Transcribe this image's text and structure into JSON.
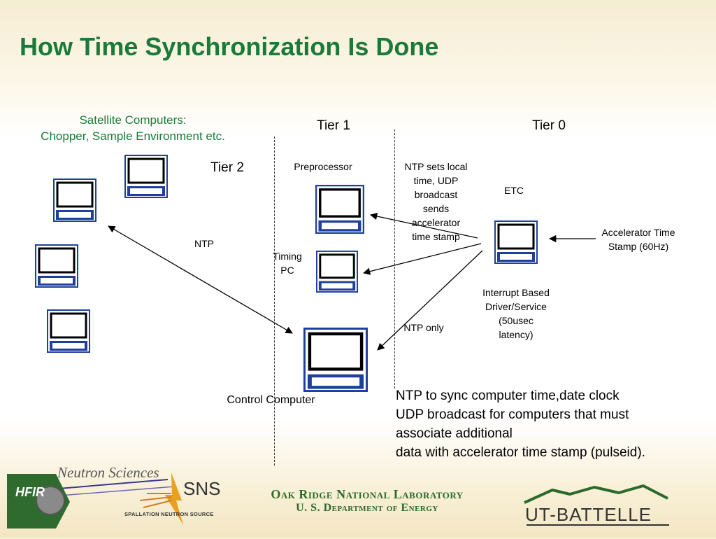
{
  "title": "How Time Synchronization Is Done",
  "satellite": {
    "line1": "Satellite Computers:",
    "line2": "Chopper, Sample Environment etc."
  },
  "tiers": {
    "tier0": "Tier 0",
    "tier1": "Tier 1",
    "tier2": "Tier 2"
  },
  "nodes": {
    "preprocessor": "Preprocessor",
    "timing_pc_l1": "Timing",
    "timing_pc_l2": "PC",
    "etc": "ETC",
    "control": "Control Computer"
  },
  "edge_labels": {
    "ntp": "NTP",
    "ntp_only": "NTP only",
    "ntp_sets": [
      "NTP sets local",
      "time, UDP",
      "broadcast",
      "sends",
      "accelerator",
      "time stamp"
    ],
    "accel_ts_l1": "Accelerator Time",
    "accel_ts_l2": "Stamp (60Hz)",
    "interrupt": [
      "Interrupt Based",
      "Driver/Service",
      "(50usec",
      "latency)"
    ]
  },
  "notes": [
    "NTP to sync computer time,date clock",
    "UDP broadcast for computers that must",
    "associate additional",
    "data with accelerator time stamp (pulseid)."
  ],
  "footer": {
    "ns_logo": "Neutron Sciences",
    "hfir": "HFIR",
    "sns": "SNS",
    "sns_sub": "SPALLATION NEUTRON SOURCE",
    "ornl_line1": "Oak Ridge National Laboratory",
    "ornl_line2": "U. S. Department of Energy",
    "utb": "UT-BATTELLE"
  },
  "colors": {
    "title": "#1a7a3a",
    "monitor_frame": "#1f3f9a",
    "footer_text": "#2a6a2a"
  }
}
